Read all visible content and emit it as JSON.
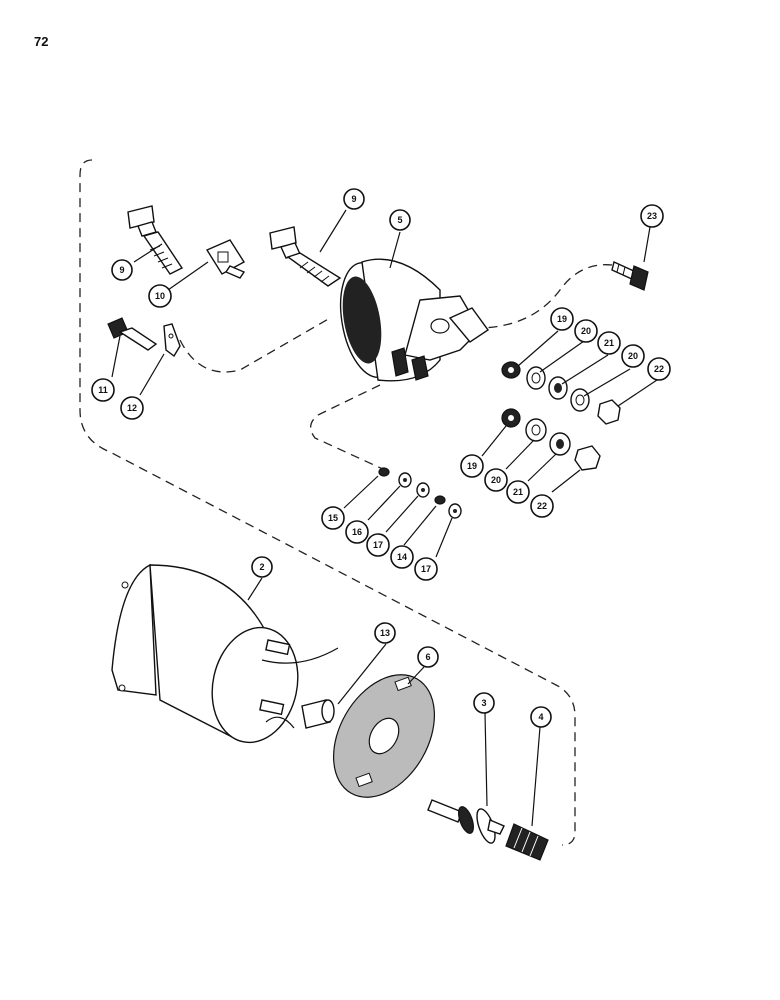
{
  "page": {
    "number": "72"
  },
  "callouts": [
    {
      "id": "c9a",
      "label": "9"
    },
    {
      "id": "c9b",
      "label": "9"
    },
    {
      "id": "c5",
      "label": "5"
    },
    {
      "id": "c23",
      "label": "23"
    },
    {
      "id": "c10",
      "label": "10"
    },
    {
      "id": "c11",
      "label": "11"
    },
    {
      "id": "c12",
      "label": "12"
    },
    {
      "id": "c19a",
      "label": "19"
    },
    {
      "id": "c20a",
      "label": "20"
    },
    {
      "id": "c21a",
      "label": "21"
    },
    {
      "id": "c20b",
      "label": "20"
    },
    {
      "id": "c22a",
      "label": "22"
    },
    {
      "id": "c19b",
      "label": "19"
    },
    {
      "id": "c20c",
      "label": "20"
    },
    {
      "id": "c21b",
      "label": "21"
    },
    {
      "id": "c22b",
      "label": "22"
    },
    {
      "id": "c15",
      "label": "15"
    },
    {
      "id": "c16",
      "label": "16"
    },
    {
      "id": "c17a",
      "label": "17"
    },
    {
      "id": "c14",
      "label": "14"
    },
    {
      "id": "c17b",
      "label": "17"
    },
    {
      "id": "c2",
      "label": "2"
    },
    {
      "id": "c13",
      "label": "13"
    },
    {
      "id": "c6",
      "label": "6"
    },
    {
      "id": "c3",
      "label": "3"
    },
    {
      "id": "c4",
      "label": "4"
    }
  ]
}
